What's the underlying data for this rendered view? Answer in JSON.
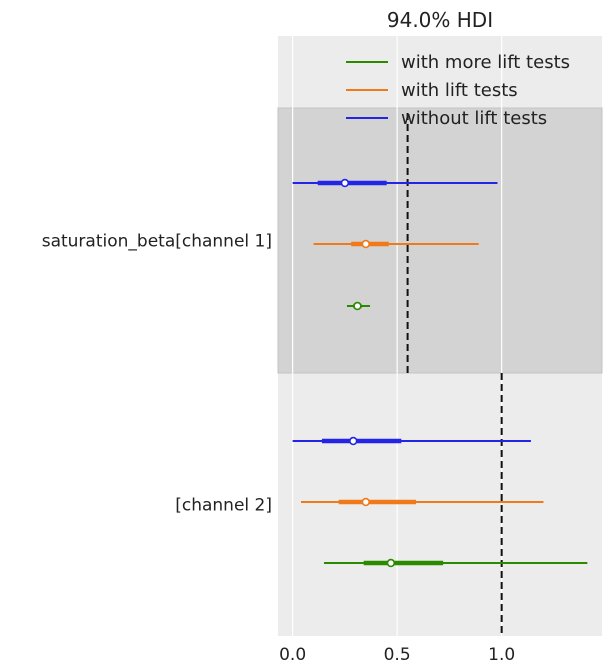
{
  "chart_data": {
    "type": "forest",
    "title": "94.0% HDI",
    "xlim": [
      -0.07,
      1.48
    ],
    "xticks": [
      0.0,
      0.5,
      1.0
    ],
    "xtick_labels": [
      "0.0",
      "0.5",
      "1.0"
    ],
    "grid": true,
    "legend": {
      "placement": "top-right",
      "entries": [
        {
          "label": "with more lift tests",
          "color": "#2a8a00"
        },
        {
          "label": "with lift tests",
          "color": "#f07a1a"
        },
        {
          "label": "without lift tests",
          "color": "#2424e6"
        }
      ]
    },
    "groups": [
      {
        "label": "saturation_beta[channel 1]",
        "shaded": true,
        "reference": 0.55,
        "rows": [
          {
            "series": "without lift tests",
            "color": "#2424e6",
            "hdi": [
              0.0,
              0.98
            ],
            "iqr": [
              0.12,
              0.45
            ],
            "point": 0.25
          },
          {
            "series": "with lift tests",
            "color": "#f07a1a",
            "hdi": [
              0.1,
              0.89
            ],
            "iqr": [
              0.28,
              0.46
            ],
            "point": 0.35
          },
          {
            "series": "with more lift tests",
            "color": "#2a8a00",
            "hdi": [
              0.26,
              0.37
            ],
            "iqr": [
              0.29,
              0.33
            ],
            "point": 0.31
          }
        ]
      },
      {
        "label": "[channel 2]",
        "shaded": false,
        "reference": 1.0,
        "rows": [
          {
            "series": "without lift tests",
            "color": "#2424e6",
            "hdi": [
              0.0,
              1.14
            ],
            "iqr": [
              0.14,
              0.52
            ],
            "point": 0.29
          },
          {
            "series": "with lift tests",
            "color": "#f07a1a",
            "hdi": [
              0.04,
              1.2
            ],
            "iqr": [
              0.22,
              0.59
            ],
            "point": 0.35
          },
          {
            "series": "with more lift tests",
            "color": "#2a8a00",
            "hdi": [
              0.15,
              1.41
            ],
            "iqr": [
              0.34,
              0.72
            ],
            "point": 0.47
          }
        ]
      }
    ]
  }
}
